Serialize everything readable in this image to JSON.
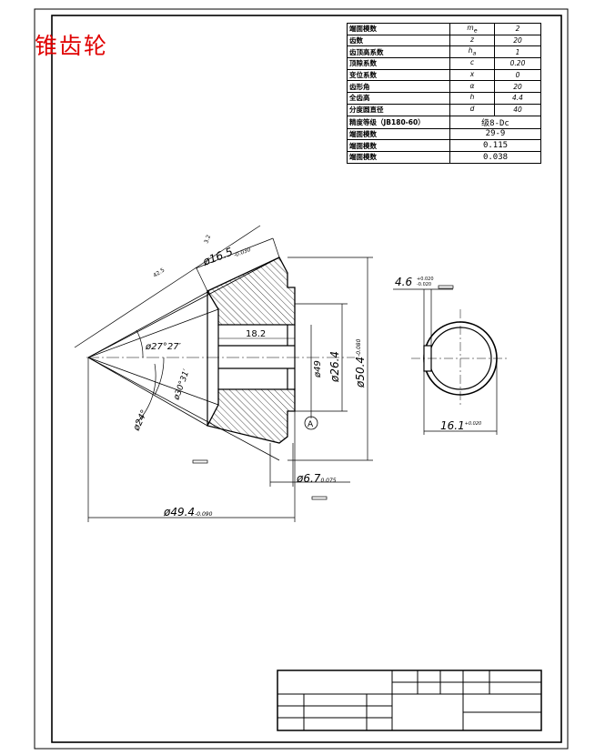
{
  "title": "锥齿轮",
  "params": [
    {
      "name": "端面模数",
      "symbol": "m",
      "sub": "e",
      "value": "2"
    },
    {
      "name": "齿数",
      "symbol": "z",
      "sub": "",
      "value": "20"
    },
    {
      "name": "齿顶高系数",
      "symbol": "h",
      "sub": "a",
      "value": "1"
    },
    {
      "name": "顶隙系数",
      "symbol": "c",
      "sub": "",
      "value": "0.20"
    },
    {
      "name": "变位系数",
      "symbol": "x",
      "sub": "",
      "value": "0"
    },
    {
      "name": "齿形角",
      "symbol": "α",
      "sub": "",
      "value": "20"
    },
    {
      "name": "全齿高",
      "symbol": "h",
      "sub": "",
      "value": "4.4"
    },
    {
      "name": "分度圆直径",
      "symbol": "d",
      "sub": "",
      "value": "40"
    }
  ],
  "param_rows_span": [
    {
      "name": "精度等级（JB180-60）",
      "value": "级8-Dc"
    },
    {
      "name": "端面模数",
      "value": "29-9"
    },
    {
      "name": "端面模数",
      "value": "0.115"
    },
    {
      "name": "端面模数",
      "value": "0.038"
    }
  ],
  "dims": {
    "phi16_5": "ø16.5",
    "phi16_5_tol": "-0.030",
    "len": "42.5",
    "ang27": "ø27°27′",
    "ang30": "ø30°31′",
    "ang24": "ø24°",
    "w18_2": "18.2",
    "phi49": "ø49",
    "phi26_4": "ø26.4",
    "phi50_4": "ø50.4",
    "phi50_4_tol": "-0.080",
    "phi6_7": "ø6.7",
    "phi6_7_tol": "0.075",
    "phi49_4": "ø49.4",
    "phi49_4_tol": "-0.090",
    "k4_6": "4.6",
    "k4_6_tol_up": "+0.020",
    "k4_6_tol_dn": "-0.020",
    "k16_1": "16.1",
    "k16_1_tol": "+0.020",
    "datum": "A",
    "rough": "3.2"
  }
}
